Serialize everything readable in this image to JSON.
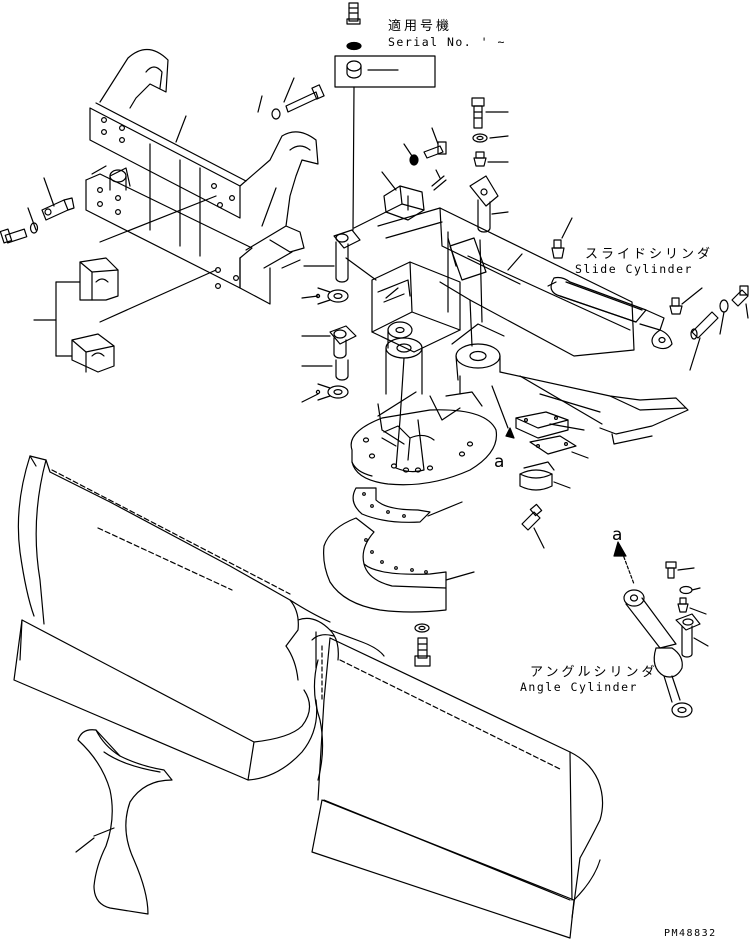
{
  "serial_block": {
    "applicable_no_jp": "適用号機",
    "serial_no": "Serial No.  ' ~"
  },
  "slide_cylinder": {
    "label_jp": "スライドシリンダ",
    "label_en": "Slide Cylinder"
  },
  "angle_cylinder": {
    "label_jp": "アングルシリンダ",
    "label_en": "Angle Cylinder"
  },
  "connection_ref": {
    "main_marker": "a",
    "detail_marker": "a"
  },
  "drawing_code": "PM48832",
  "colors": {
    "line": "#000000",
    "background": "#ffffff"
  }
}
